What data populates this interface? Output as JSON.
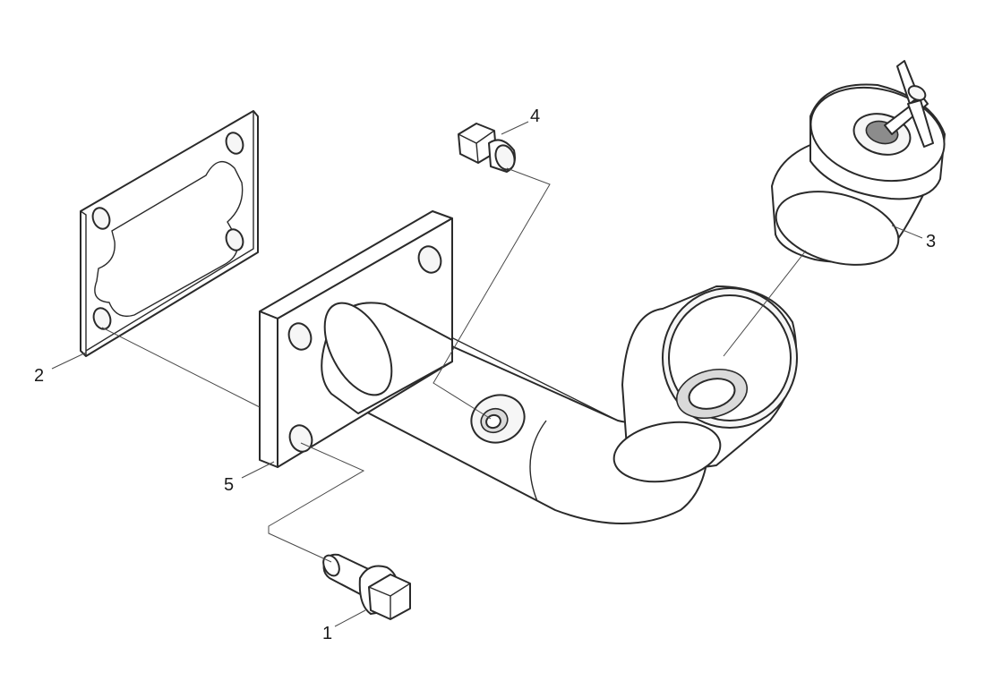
{
  "callouts": {
    "c1": "1",
    "c2": "2",
    "c3": "3",
    "c4": "4",
    "c5": "5"
  },
  "colors": {
    "line": "#2a2a2a",
    "background": "#ffffff"
  }
}
